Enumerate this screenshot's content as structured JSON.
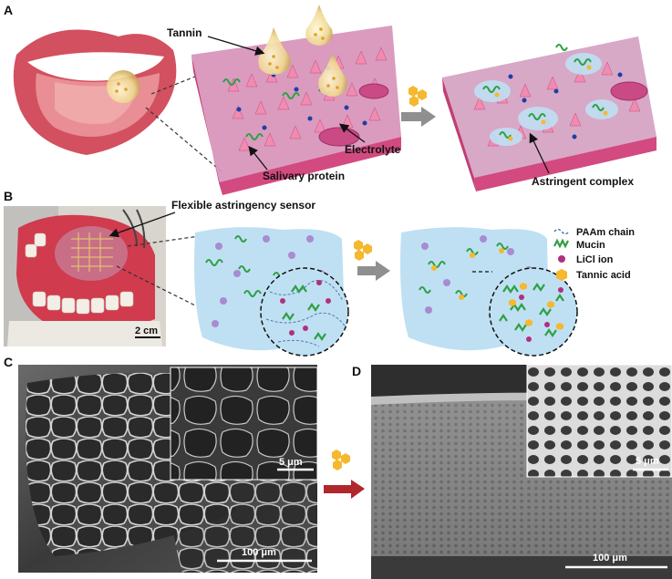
{
  "panels": {
    "a": {
      "letter": "A",
      "tannin_label": "Tannin",
      "electrolyte_label": "Electrolyte",
      "salivary_protein_label": "Salivary protein",
      "astringent_complex_label": "Astringent complex"
    },
    "b": {
      "letter": "B",
      "sensor_label": "Flexible astringency sensor",
      "scale_label": "2 cm",
      "legend": {
        "paam": "PAAm chain",
        "mucin": "Mucin",
        "licl": "LiCl ion",
        "tannic": "Tannic acid"
      }
    },
    "c": {
      "letter": "C",
      "scale_main": "100 μm",
      "scale_inset": "5 μm"
    },
    "d": {
      "letter": "D",
      "scale_main": "100 μm",
      "scale_inset": "5 μm"
    }
  },
  "colors": {
    "tongue_pink": "#e8739a",
    "papilla_pink": "#d9598a",
    "gel_blue": "#bfe0f3",
    "mucin_green": "#2ea043",
    "licl_magenta": "#b03080",
    "tannic_orange": "#f5b82e",
    "electrolyte_blue": "#1a3fa8",
    "arrow_gray": "#8f8f8f",
    "arrow_red": "#b0282e"
  }
}
